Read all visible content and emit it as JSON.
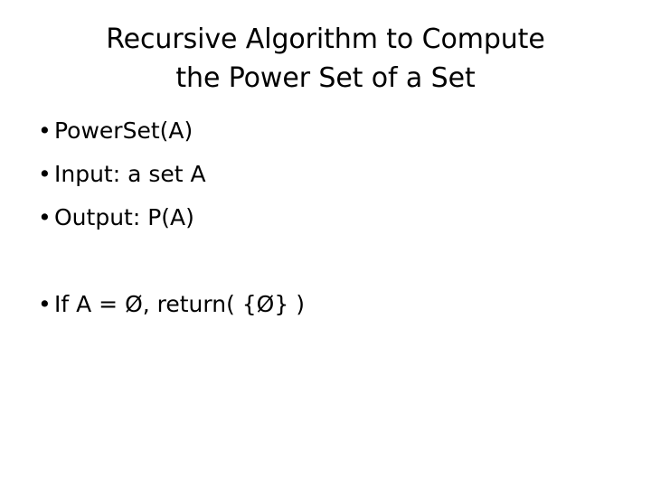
{
  "slide": {
    "background_color": "#ffffff",
    "text_color": "#000000",
    "title": {
      "line1": "Recursive Algorithm to Compute",
      "line2": "the Power Set of a Set"
    },
    "bullet_char": "•",
    "bullets": [
      {
        "text": "PowerSet(A)",
        "blank": false
      },
      {
        "text": "Input: a set A",
        "blank": false
      },
      {
        "text": "Output: P(A)",
        "blank": false
      },
      {
        "text": "",
        "blank": true
      },
      {
        "text": "If A = Ø, return( {Ø} )",
        "blank": false
      }
    ]
  }
}
